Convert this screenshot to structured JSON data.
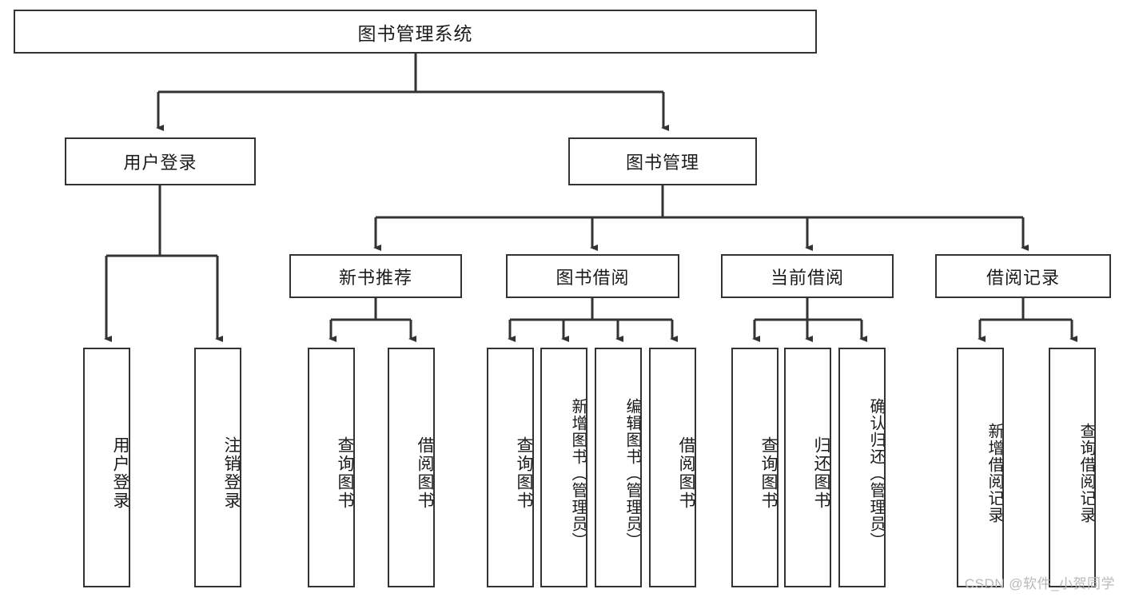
{
  "diagram": {
    "title": "图书管理系统",
    "root": {
      "label": "图书管理系统"
    },
    "level2": [
      {
        "label": "用户登录"
      },
      {
        "label": "图书管理"
      }
    ],
    "level3": [
      {
        "label": "新书推荐"
      },
      {
        "label": "图书借阅"
      },
      {
        "label": "当前借阅"
      },
      {
        "label": "借阅记录"
      }
    ],
    "leaves": {
      "user_login": [
        {
          "label": "用户登录"
        },
        {
          "label": "注销登录"
        }
      ],
      "new_book_recommend": [
        {
          "label": "查询图书"
        },
        {
          "label": "借阅图书"
        }
      ],
      "book_borrow": [
        {
          "label": "查询图书"
        },
        {
          "label": "新增图书（管理员）"
        },
        {
          "label": "编辑图书（管理员）"
        },
        {
          "label": "借阅图书"
        }
      ],
      "current_borrow": [
        {
          "label": "查询图书"
        },
        {
          "label": "归还图书"
        },
        {
          "label": "确认归还（管理员）"
        }
      ],
      "borrow_record": [
        {
          "label": "新增借阅记录"
        },
        {
          "label": "查询借阅记录"
        }
      ]
    }
  },
  "watermark": {
    "text": "CSDN @软件_小贺同学"
  },
  "colors": {
    "stroke": "#333333",
    "background": "#ffffff",
    "text": "#1b1b1b",
    "watermark": "#b9b9b9"
  }
}
